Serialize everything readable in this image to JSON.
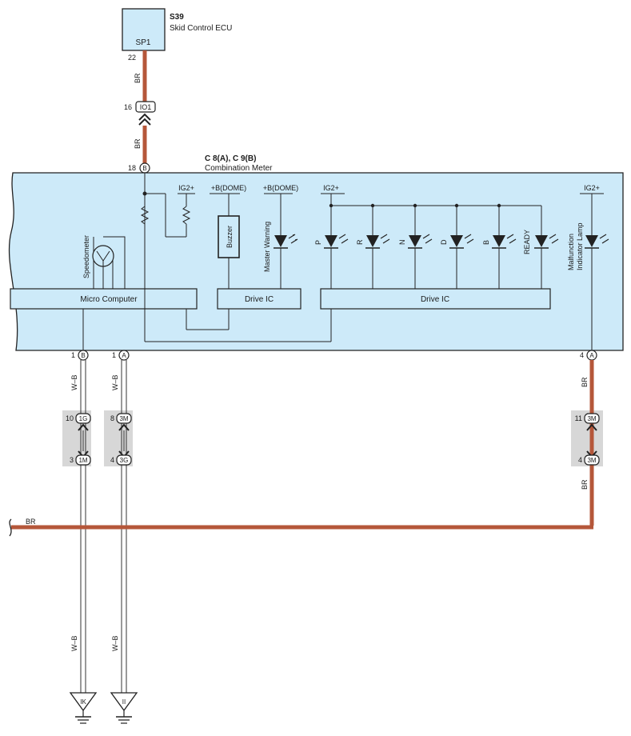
{
  "ecu": {
    "code": "S39",
    "name": "Skid Control ECU",
    "pin_label": "SP1",
    "pin_number": "22"
  },
  "meter": {
    "code": "C 8(A), C 9(B)",
    "name": "Combination Meter",
    "input_pin": "18",
    "input_connector": "B"
  },
  "colors": {
    "br_wire": "#b5573a",
    "panel_fill": "#cdeaf9",
    "connector_block": "#d7d7d7"
  },
  "wires": {
    "br": "BR",
    "wb": "W–B"
  },
  "junction_top": {
    "pin": "16",
    "name": "IO1"
  },
  "supplies": {
    "ig2_left": "IG2+",
    "bdome1": "+B(DOME)",
    "bdome2": "+B(DOME)",
    "ig2_mid": "IG2+",
    "ig2_right": "IG2+"
  },
  "components": {
    "speedometer": "Speedometer",
    "buzzer": "Buzzer",
    "master_warning": "Master Warning",
    "mil_line1": "Malfunction",
    "mil_line2": "Indicator Lamp",
    "micro_computer": "Micro Computer",
    "drive_ic_1": "Drive IC",
    "drive_ic_2": "Drive IC"
  },
  "shift_leds": [
    "P",
    "R",
    "N",
    "D",
    "B",
    "READY"
  ],
  "bottom_pins": {
    "left1_num": "1",
    "left1_con": "B",
    "left2_num": "1",
    "left2_con": "A",
    "right_num": "4",
    "right_con": "A"
  },
  "junctions": {
    "j1_top_pin": "10",
    "j1_top_name": "1G",
    "j1_bot_pin": "3",
    "j1_bot_name": "1M",
    "j2_top_pin": "8",
    "j2_top_name": "3M",
    "j2_bot_pin": "4",
    "j2_bot_name": "3G",
    "j3_top_pin": "11",
    "j3_top_name": "3M",
    "j3_bot_pin": "4",
    "j3_bot_name": "3M"
  },
  "grounds": {
    "left": "IK",
    "right": "II"
  }
}
